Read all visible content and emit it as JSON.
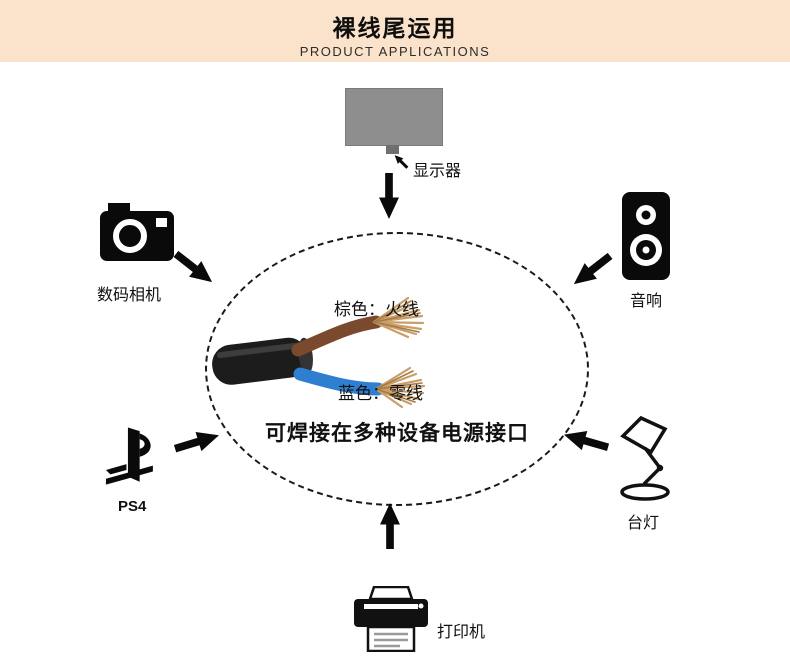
{
  "header": {
    "title": "裸线尾运用",
    "subtitle": "PRODUCT APPLICATIONS"
  },
  "colors": {
    "header_bg": "#fbe2ca",
    "monitor_gray": "#8e8e8e",
    "wire_brown": "#7b4a2e",
    "wire_blue": "#2f7fd0",
    "copper": "#c99e68",
    "icon_black": "#0a0a0a",
    "ellipse_dash": "#1a1a1a"
  },
  "center": {
    "brown_wire_label": "棕色：火线",
    "blue_wire_label": "蓝色：零线",
    "caption": "可焊接在多种设备电源接口"
  },
  "devices": {
    "monitor": {
      "label": "显示器"
    },
    "camera": {
      "label": "数码相机"
    },
    "speaker": {
      "label": "音响"
    },
    "ps4": {
      "label": "PS4"
    },
    "lamp": {
      "label": "台灯"
    },
    "printer": {
      "label": "打印机"
    }
  }
}
